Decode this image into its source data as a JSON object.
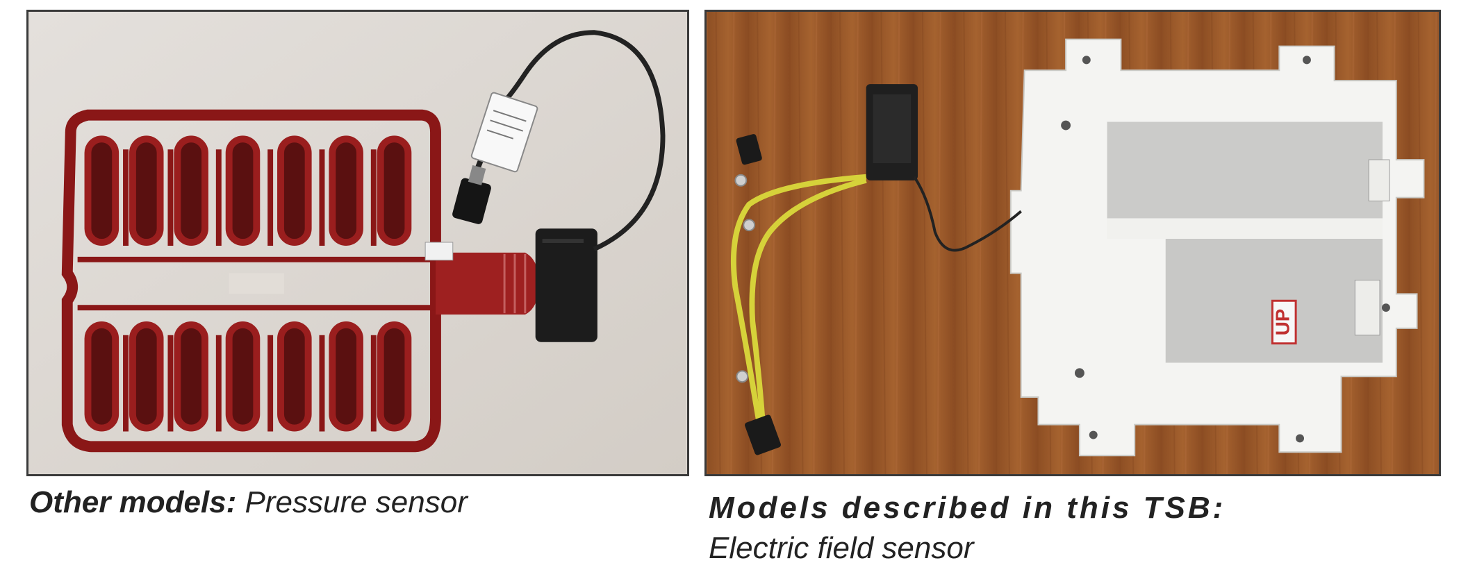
{
  "left_panel": {
    "caption_bold": "Other models:",
    "caption_rest": " Pressure sensor"
  },
  "right_panel": {
    "caption_line1": "Models described in this TSB:",
    "caption_line2": "Electric field sensor",
    "mat_label": "UP"
  },
  "colors": {
    "left_background": "#dcd7d1",
    "sensor_red": "#8a1717",
    "right_background": "#9a5a2c",
    "mat_white": "#f4f4f2",
    "cable_yellow": "#d6d23a"
  }
}
